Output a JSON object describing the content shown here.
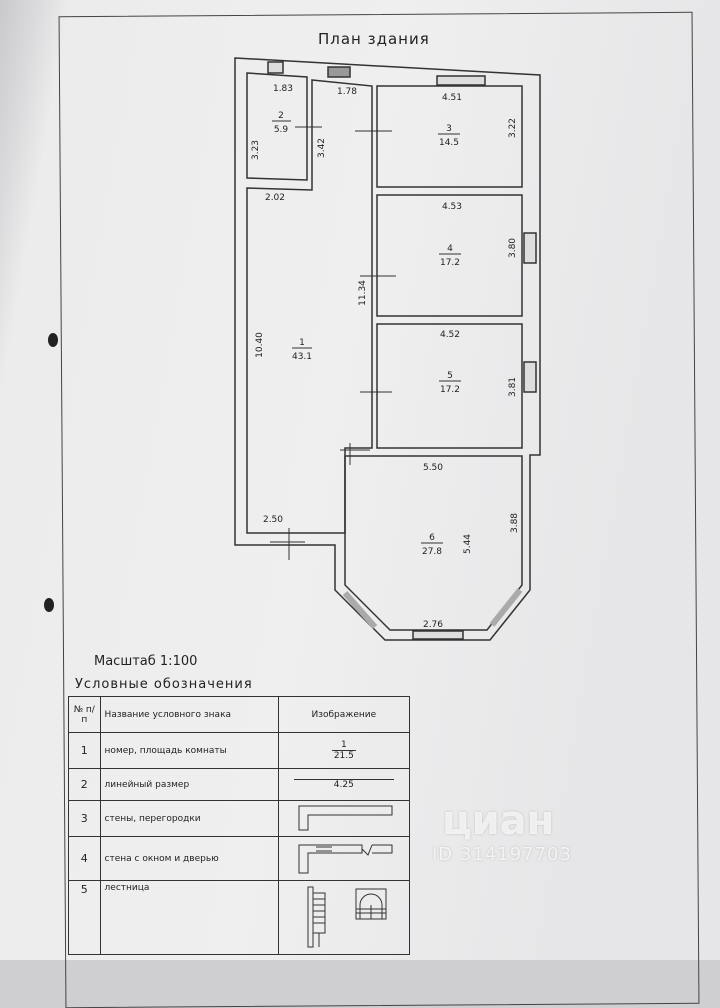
{
  "document": {
    "title": "План здания",
    "scale": "Масштаб 1:100",
    "legend_title": "Условные обозначения"
  },
  "rooms": [
    {
      "number": "1",
      "area": "43.1"
    },
    {
      "number": "2",
      "area": "5.9"
    },
    {
      "number": "3",
      "area": "14.5"
    },
    {
      "number": "4",
      "area": "17.2"
    },
    {
      "number": "5",
      "area": "17.2"
    },
    {
      "number": "6",
      "area": "27.8"
    }
  ],
  "dimensions": {
    "d183": "1.83",
    "d178": "1.78",
    "d451": "4.51",
    "d323": "3.23",
    "d342": "3.42",
    "d322": "3.22",
    "d202": "2.02",
    "d453": "4.53",
    "d380": "3.80",
    "d1134": "11.34",
    "d1040": "10.40",
    "d452": "4.52",
    "d381": "3.81",
    "d550": "5.50",
    "d388": "3.88",
    "d544": "5.44",
    "d250": "2.50",
    "d276": "2.76"
  },
  "legend": {
    "headers": [
      "№ п/п",
      "Название условного знака",
      "Изображение"
    ],
    "rows": [
      {
        "n": "1",
        "name": "номер, площадь комнаты",
        "sample_top": "1",
        "sample_bottom": "21.5"
      },
      {
        "n": "2",
        "name": "линейный размер",
        "sample": "4.25"
      },
      {
        "n": "3",
        "name": "стены, перегородки"
      },
      {
        "n": "4",
        "name": "стена с окном и дверью"
      },
      {
        "n": "5",
        "name": "лестница"
      }
    ]
  },
  "watermark": {
    "brand": "циан",
    "id": "ID 314197703"
  }
}
